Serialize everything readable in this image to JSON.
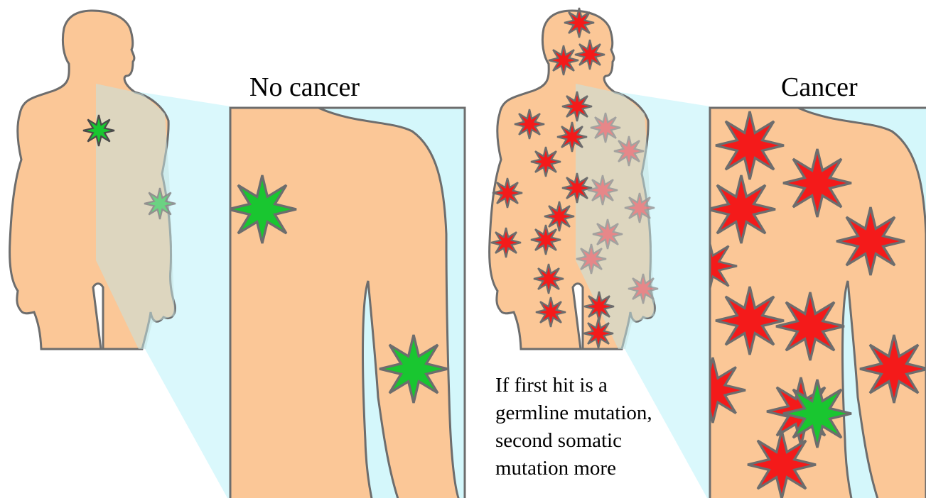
{
  "panels": {
    "left": {
      "title": "No cancer"
    },
    "right": {
      "title": "Cancer"
    }
  },
  "caption": {
    "lines": [
      "If first hit is a",
      "germline mutation,",
      "second somatic",
      "mutation more"
    ]
  },
  "colors": {
    "skin": "#fbc797",
    "magnifier": "#d4f7fb",
    "outline": "#6d6d6d",
    "mutation_green": "#19c630",
    "mutation_red": "#f41a1a"
  },
  "icons": [
    "body-figure-icon",
    "mutation-star-icon"
  ]
}
